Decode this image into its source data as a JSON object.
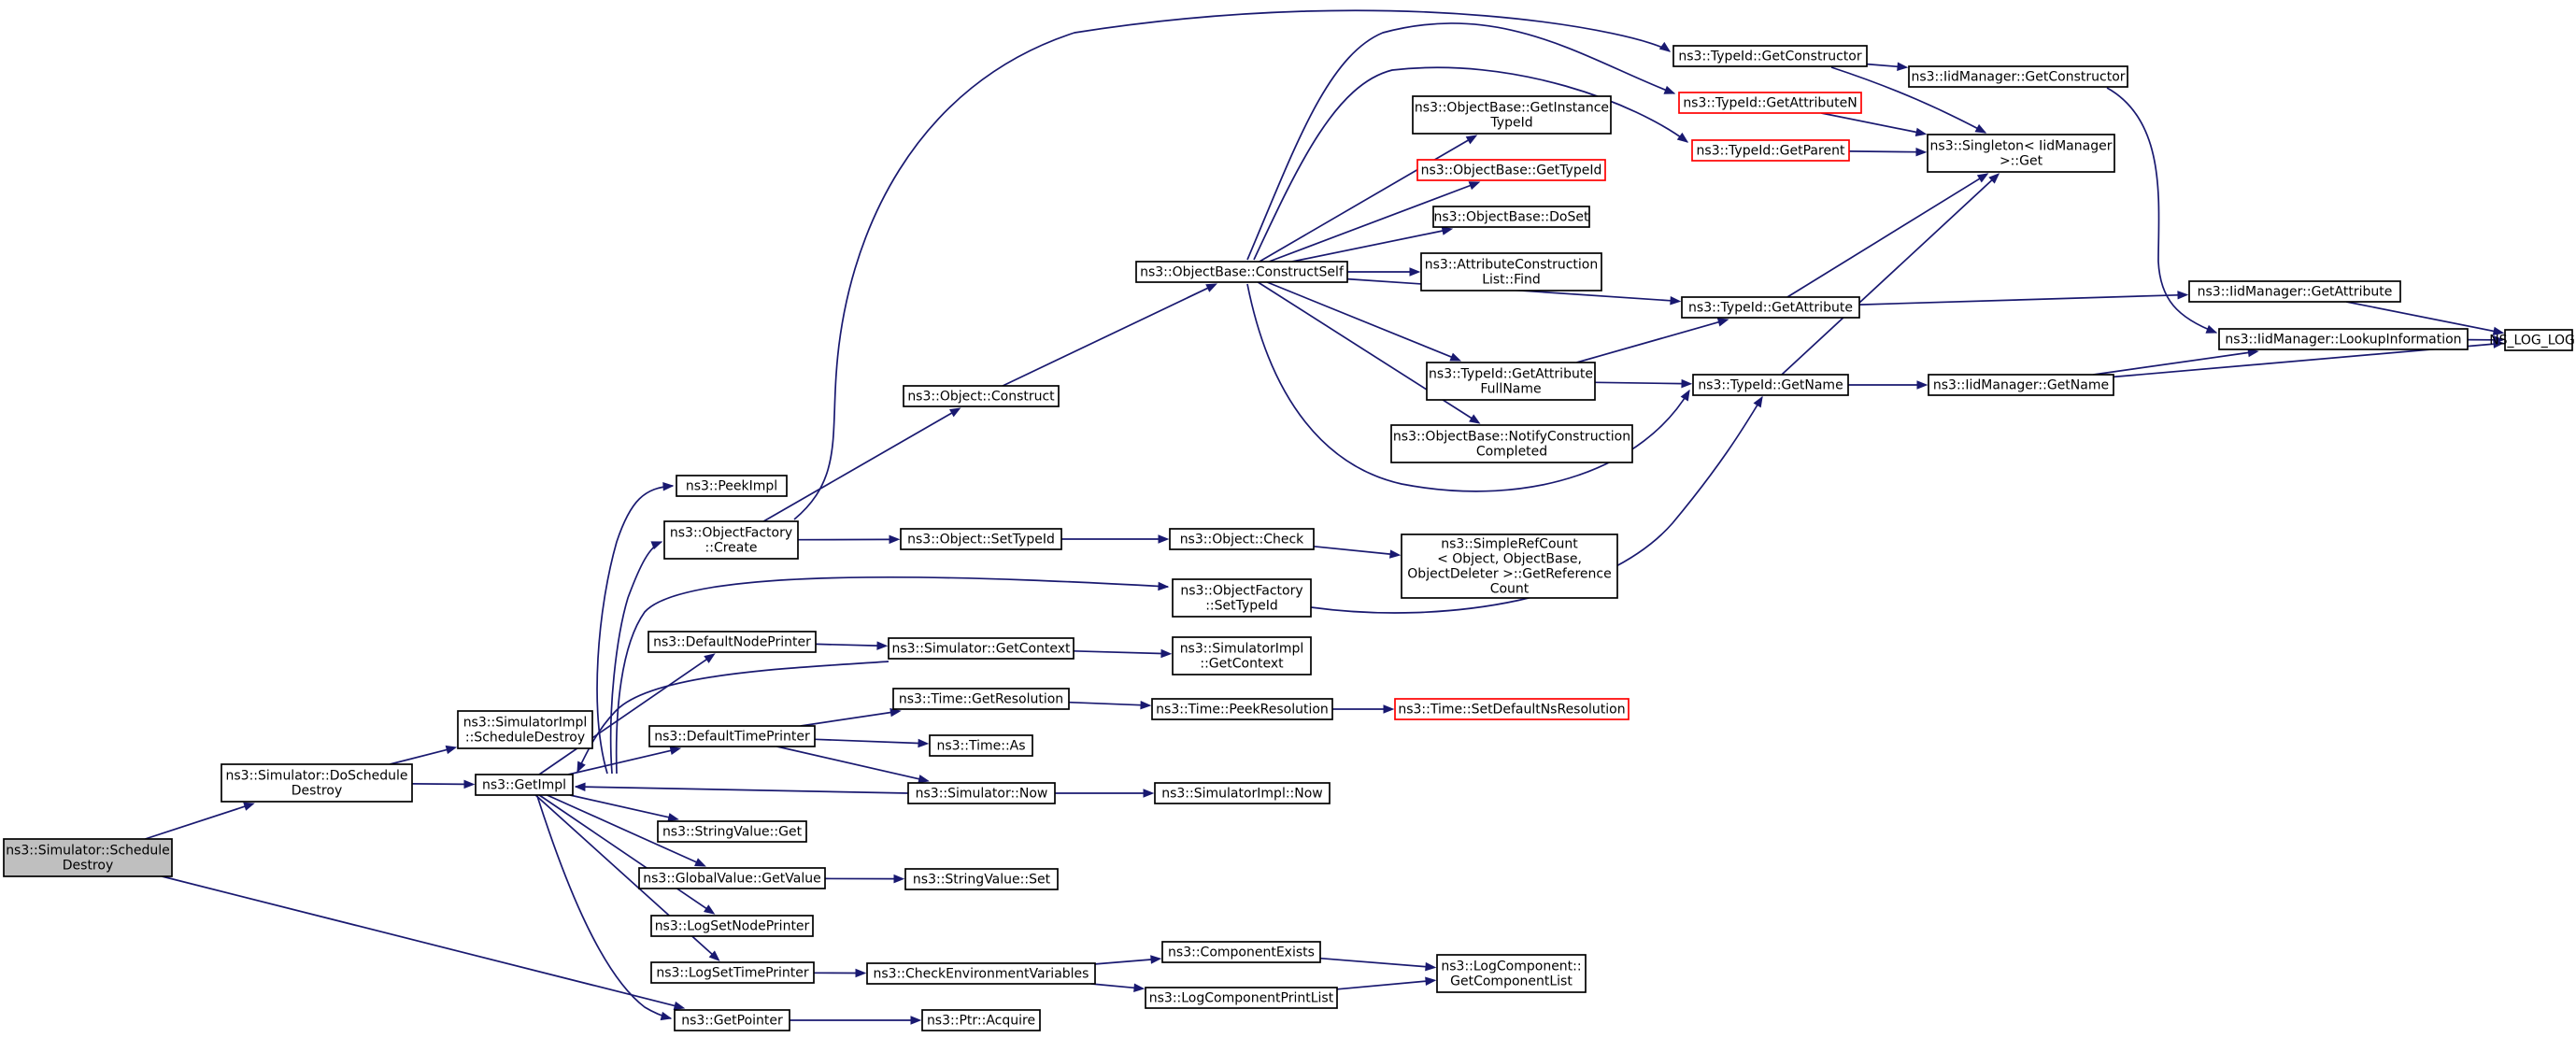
{
  "graph": {
    "type": "call-graph",
    "edge_color": "#191970",
    "highlight_border_color": "#ff0000",
    "root_fill_color": "#bfbfbf",
    "nodes": [
      {
        "id": "schedule_destroy",
        "lines": [
          "ns3::Simulator::Schedule",
          "Destroy"
        ],
        "style": "root"
      },
      {
        "id": "do_schedule_destroy",
        "lines": [
          "ns3::Simulator::DoSchedule",
          "Destroy"
        ]
      },
      {
        "id": "simimpl_schedule_destroy",
        "lines": [
          "ns3::SimulatorImpl",
          "::ScheduleDestroy"
        ]
      },
      {
        "id": "get_impl",
        "lines": [
          "ns3::GetImpl"
        ]
      },
      {
        "id": "peek_impl",
        "lines": [
          "ns3::PeekImpl"
        ]
      },
      {
        "id": "object_factory_create",
        "lines": [
          "ns3::ObjectFactory",
          "::Create"
        ]
      },
      {
        "id": "default_node_printer",
        "lines": [
          "ns3::DefaultNodePrinter"
        ]
      },
      {
        "id": "default_time_printer",
        "lines": [
          "ns3::DefaultTimePrinter"
        ]
      },
      {
        "id": "string_value_get",
        "lines": [
          "ns3::StringValue::Get"
        ]
      },
      {
        "id": "global_value_get_value",
        "lines": [
          "ns3::GlobalValue::GetValue"
        ]
      },
      {
        "id": "log_set_node_printer",
        "lines": [
          "ns3::LogSetNodePrinter"
        ]
      },
      {
        "id": "log_set_time_printer",
        "lines": [
          "ns3::LogSetTimePrinter"
        ]
      },
      {
        "id": "get_pointer",
        "lines": [
          "ns3::GetPointer"
        ]
      },
      {
        "id": "object_construct",
        "lines": [
          "ns3::Object::Construct"
        ]
      },
      {
        "id": "object_set_type_id",
        "lines": [
          "ns3::Object::SetTypeId"
        ]
      },
      {
        "id": "simulator_get_context",
        "lines": [
          "ns3::Simulator::GetContext"
        ]
      },
      {
        "id": "time_get_resolution",
        "lines": [
          "ns3::Time::GetResolution"
        ]
      },
      {
        "id": "time_as",
        "lines": [
          "ns3::Time::As"
        ]
      },
      {
        "id": "simulator_now",
        "lines": [
          "ns3::Simulator::Now"
        ]
      },
      {
        "id": "string_value_set",
        "lines": [
          "ns3::StringValue::Set"
        ]
      },
      {
        "id": "check_env_vars",
        "lines": [
          "ns3::CheckEnvironmentVariables"
        ]
      },
      {
        "id": "ptr_acquire",
        "lines": [
          "ns3::Ptr::Acquire"
        ]
      },
      {
        "id": "object_base_construct_self",
        "lines": [
          "ns3::ObjectBase::ConstructSelf"
        ]
      },
      {
        "id": "object_check",
        "lines": [
          "ns3::Object::Check"
        ]
      },
      {
        "id": "object_factory_set_type_id",
        "lines": [
          "ns3::ObjectFactory",
          "::SetTypeId"
        ]
      },
      {
        "id": "simimpl_get_context",
        "lines": [
          "ns3::SimulatorImpl",
          "::GetContext"
        ]
      },
      {
        "id": "time_peek_resolution",
        "lines": [
          "ns3::Time::PeekResolution"
        ]
      },
      {
        "id": "simimpl_now",
        "lines": [
          "ns3::SimulatorImpl::Now"
        ]
      },
      {
        "id": "component_exists",
        "lines": [
          "ns3::ComponentExists"
        ]
      },
      {
        "id": "log_component_print_list",
        "lines": [
          "ns3::LogComponentPrintList"
        ]
      },
      {
        "id": "object_base_get_instance_type_id",
        "lines": [
          "ns3::ObjectBase::GetInstance",
          "TypeId"
        ]
      },
      {
        "id": "object_base_get_type_id",
        "lines": [
          "ns3::ObjectBase::GetTypeId"
        ],
        "style": "red"
      },
      {
        "id": "object_base_do_set",
        "lines": [
          "ns3::ObjectBase::DoSet"
        ]
      },
      {
        "id": "attribute_construction_list_find",
        "lines": [
          "ns3::AttributeConstruction",
          "List::Find"
        ]
      },
      {
        "id": "type_id_get_attribute_full_name",
        "lines": [
          "ns3::TypeId::GetAttribute",
          "FullName"
        ]
      },
      {
        "id": "object_base_notify_construction_completed",
        "lines": [
          "ns3::ObjectBase::NotifyConstruction",
          "Completed"
        ]
      },
      {
        "id": "simple_ref_count",
        "lines": [
          "ns3::SimpleRefCount",
          "< Object, ObjectBase,",
          " ObjectDeleter >::GetReference",
          "Count"
        ]
      },
      {
        "id": "time_set_default_ns_resolution",
        "lines": [
          "ns3::Time::SetDefaultNsResolution"
        ],
        "style": "red"
      },
      {
        "id": "log_component_get_component_list",
        "lines": [
          "ns3::LogComponent::",
          "GetComponentList"
        ]
      },
      {
        "id": "type_id_get_constructor",
        "lines": [
          "ns3::TypeId::GetConstructor"
        ]
      },
      {
        "id": "type_id_get_attribute_n",
        "lines": [
          "ns3::TypeId::GetAttributeN"
        ],
        "style": "red"
      },
      {
        "id": "type_id_get_parent",
        "lines": [
          "ns3::TypeId::GetParent"
        ],
        "style": "red"
      },
      {
        "id": "type_id_get_attribute",
        "lines": [
          "ns3::TypeId::GetAttribute"
        ]
      },
      {
        "id": "type_id_get_name",
        "lines": [
          "ns3::TypeId::GetName"
        ]
      },
      {
        "id": "iid_manager_get_constructor",
        "lines": [
          "ns3::IidManager::GetConstructor"
        ]
      },
      {
        "id": "singleton_iid_manager_get",
        "lines": [
          "ns3::Singleton< IidManager",
          " >::Get"
        ]
      },
      {
        "id": "iid_manager_get_attribute",
        "lines": [
          "ns3::IidManager::GetAttribute"
        ]
      },
      {
        "id": "iid_manager_lookup_information",
        "lines": [
          "ns3::IidManager::LookupInformation"
        ]
      },
      {
        "id": "iid_manager_get_name",
        "lines": [
          "ns3::IidManager::GetName"
        ]
      },
      {
        "id": "ns_log_logic",
        "lines": [
          "NS_LOG_LOGIC"
        ]
      }
    ],
    "edges": [
      {
        "from": "schedule_destroy",
        "to": "do_schedule_destroy"
      },
      {
        "from": "schedule_destroy",
        "to": "get_pointer"
      },
      {
        "from": "do_schedule_destroy",
        "to": "simimpl_schedule_destroy"
      },
      {
        "from": "do_schedule_destroy",
        "to": "get_impl"
      },
      {
        "from": "get_impl",
        "to": "peek_impl"
      },
      {
        "from": "get_impl",
        "to": "object_factory_create"
      },
      {
        "from": "get_impl",
        "to": "object_factory_set_type_id"
      },
      {
        "from": "get_impl",
        "to": "default_node_printer"
      },
      {
        "from": "get_impl",
        "to": "default_time_printer"
      },
      {
        "from": "get_impl",
        "to": "string_value_get"
      },
      {
        "from": "get_impl",
        "to": "global_value_get_value"
      },
      {
        "from": "get_impl",
        "to": "log_set_node_printer"
      },
      {
        "from": "get_impl",
        "to": "log_set_time_printer"
      },
      {
        "from": "get_impl",
        "to": "get_pointer"
      },
      {
        "from": "object_factory_create",
        "to": "type_id_get_constructor"
      },
      {
        "from": "object_factory_create",
        "to": "object_construct"
      },
      {
        "from": "object_factory_create",
        "to": "object_set_type_id"
      },
      {
        "from": "object_construct",
        "to": "object_base_construct_self"
      },
      {
        "from": "object_set_type_id",
        "to": "object_check"
      },
      {
        "from": "object_check",
        "to": "simple_ref_count"
      },
      {
        "from": "object_factory_set_type_id",
        "to": "type_id_get_name"
      },
      {
        "from": "default_node_printer",
        "to": "simulator_get_context"
      },
      {
        "from": "simulator_get_context",
        "to": "get_impl"
      },
      {
        "from": "simulator_get_context",
        "to": "simimpl_get_context"
      },
      {
        "from": "default_time_printer",
        "to": "time_get_resolution"
      },
      {
        "from": "default_time_printer",
        "to": "time_as"
      },
      {
        "from": "default_time_printer",
        "to": "simulator_now"
      },
      {
        "from": "time_get_resolution",
        "to": "time_peek_resolution"
      },
      {
        "from": "time_peek_resolution",
        "to": "time_set_default_ns_resolution"
      },
      {
        "from": "simulator_now",
        "to": "get_impl"
      },
      {
        "from": "simulator_now",
        "to": "simimpl_now"
      },
      {
        "from": "global_value_get_value",
        "to": "string_value_set"
      },
      {
        "from": "log_set_time_printer",
        "to": "check_env_vars"
      },
      {
        "from": "check_env_vars",
        "to": "component_exists"
      },
      {
        "from": "check_env_vars",
        "to": "log_component_print_list"
      },
      {
        "from": "component_exists",
        "to": "log_component_get_component_list"
      },
      {
        "from": "log_component_print_list",
        "to": "log_component_get_component_list"
      },
      {
        "from": "get_pointer",
        "to": "ptr_acquire"
      },
      {
        "from": "object_base_construct_self",
        "to": "type_id_get_attribute_n"
      },
      {
        "from": "object_base_construct_self",
        "to": "type_id_get_parent"
      },
      {
        "from": "object_base_construct_self",
        "to": "object_base_get_instance_type_id"
      },
      {
        "from": "object_base_construct_self",
        "to": "object_base_get_type_id"
      },
      {
        "from": "object_base_construct_self",
        "to": "object_base_do_set"
      },
      {
        "from": "object_base_construct_self",
        "to": "attribute_construction_list_find"
      },
      {
        "from": "object_base_construct_self",
        "to": "type_id_get_attribute"
      },
      {
        "from": "object_base_construct_self",
        "to": "type_id_get_attribute_full_name"
      },
      {
        "from": "object_base_construct_self",
        "to": "object_base_notify_construction_completed"
      },
      {
        "from": "object_base_construct_self",
        "to": "type_id_get_name"
      },
      {
        "from": "type_id_get_attribute_full_name",
        "to": "type_id_get_attribute"
      },
      {
        "from": "type_id_get_attribute_full_name",
        "to": "type_id_get_name"
      },
      {
        "from": "type_id_get_constructor",
        "to": "iid_manager_get_constructor"
      },
      {
        "from": "type_id_get_constructor",
        "to": "singleton_iid_manager_get"
      },
      {
        "from": "type_id_get_attribute_n",
        "to": "singleton_iid_manager_get"
      },
      {
        "from": "type_id_get_parent",
        "to": "singleton_iid_manager_get"
      },
      {
        "from": "type_id_get_attribute",
        "to": "singleton_iid_manager_get"
      },
      {
        "from": "type_id_get_attribute",
        "to": "iid_manager_get_attribute"
      },
      {
        "from": "type_id_get_name",
        "to": "singleton_iid_manager_get"
      },
      {
        "from": "type_id_get_name",
        "to": "iid_manager_get_name"
      },
      {
        "from": "iid_manager_get_constructor",
        "to": "iid_manager_lookup_information"
      },
      {
        "from": "iid_manager_get_attribute",
        "to": "ns_log_logic"
      },
      {
        "from": "iid_manager_get_name",
        "to": "iid_manager_lookup_information"
      },
      {
        "from": "iid_manager_get_name",
        "to": "ns_log_logic"
      },
      {
        "from": "iid_manager_lookup_information",
        "to": "ns_log_logic"
      }
    ]
  }
}
